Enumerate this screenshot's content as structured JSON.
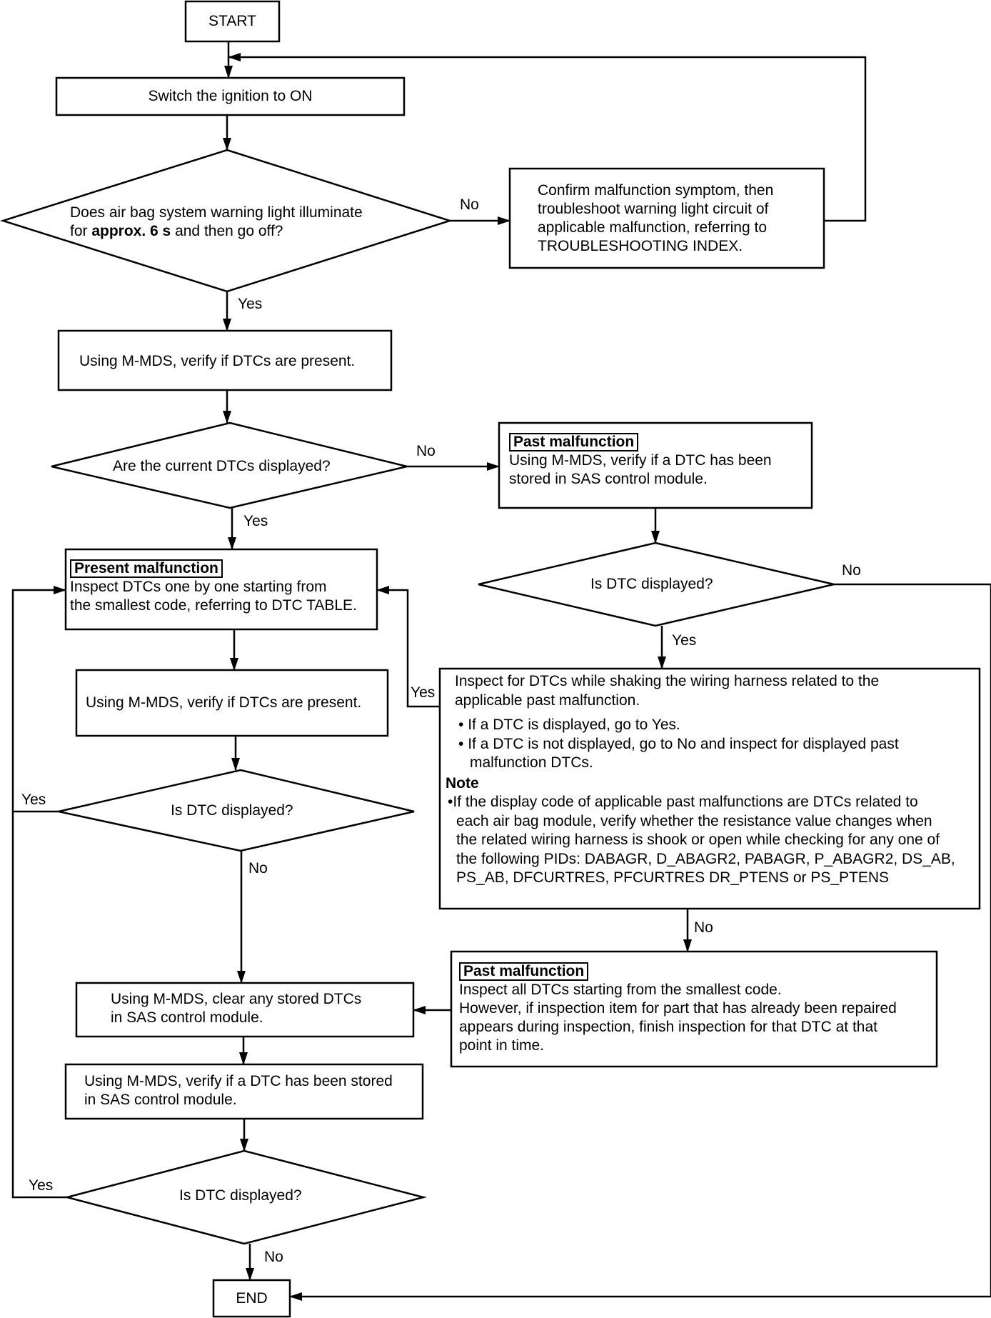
{
  "start": "START",
  "end": "END",
  "step_ignition": "Switch the ignition to ON",
  "q_warning_light": {
    "line1": "Does air bag system warning light illuminate",
    "line2_pre": "for ",
    "line2_bold": "approx. 6 s",
    "line2_post": " and then go off?"
  },
  "confirm_symptom": [
    "Confirm malfunction symptom, then",
    "troubleshoot warning light circuit of",
    "applicable malfunction, referring to",
    "TROUBLESHOOTING INDEX."
  ],
  "verify_dtcs_1": "Using M-MDS, verify if DTCs are present.",
  "q_current_dtcs": "Are the current DTCs displayed?",
  "past_malfunction_1": {
    "tag": "Past malfunction",
    "lines": [
      "Using M-MDS, verify if a DTC has been",
      "stored in SAS control module."
    ]
  },
  "present_malfunction": {
    "tag": "Present malfunction",
    "lines": [
      "Inspect DTCs one by one starting from",
      "the smallest code, referring to DTC TABLE."
    ]
  },
  "q_dtc_displayed_right": "Is DTC displayed?",
  "shake_inspect": {
    "lines": [
      "Inspect for DTCs while shaking the wiring harness related to the",
      "applicable past malfunction."
    ],
    "bullet1": "If a DTC is displayed, go to Yes.",
    "bullet2_line1": "If a DTC is not displayed, go to No and inspect for displayed past",
    "bullet2_line2": "malfunction DTCs.",
    "note_title": "Note",
    "note_lines": [
      "If the display code of applicable past malfunctions are DTCs related to",
      "each air bag module, verify whether the resistance value changes when",
      "the related wiring harness is shook or open while checking for any one of",
      "the following PIDs: DABAGR, D_ABAGR2, PABAGR, P_ABAGR2, DS_AB,",
      "PS_AB, DFCURTRES, PFCURTRES DR_PTENS or PS_PTENS"
    ]
  },
  "verify_dtcs_2": "Using M-MDS, verify if DTCs are present.",
  "q_dtc_displayed_mid": "Is DTC displayed?",
  "past_malfunction_2": {
    "tag": "Past malfunction",
    "lines": [
      "Inspect all DTCs starting from the smallest code.",
      "However, if inspection item for part that has already been repaired",
      "appears during inspection, finish inspection for that DTC at that",
      "point in time."
    ]
  },
  "clear_dtcs": [
    "Using M-MDS, clear any stored DTCs",
    "in SAS control module."
  ],
  "verify_stored": [
    "Using M-MDS, verify if a DTC has been stored",
    "in SAS control module."
  ],
  "q_dtc_displayed_bottom": "Is DTC displayed?",
  "labels": {
    "yes": "Yes",
    "no": "No"
  },
  "bullet_char": "•"
}
